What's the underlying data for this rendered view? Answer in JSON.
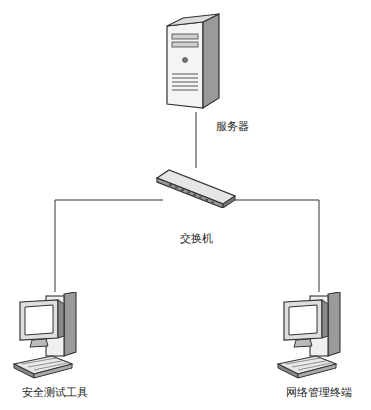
{
  "diagram": {
    "nodes": [
      {
        "text": [
          "服务器"
        ]
      },
      {
        "text": [
          "交换机"
        ]
      },
      {
        "text": [
          "安全测试工具"
        ]
      },
      {
        "text": [
          "网络管理终端"
        ]
      }
    ],
    "edges": [
      {
        "from": 1,
        "to": 0,
        "arrow": "none"
      },
      {
        "from": 1,
        "to": 2,
        "arrow": "none"
      },
      {
        "from": 1,
        "to": 3,
        "arrow": "none"
      }
    ]
  }
}
